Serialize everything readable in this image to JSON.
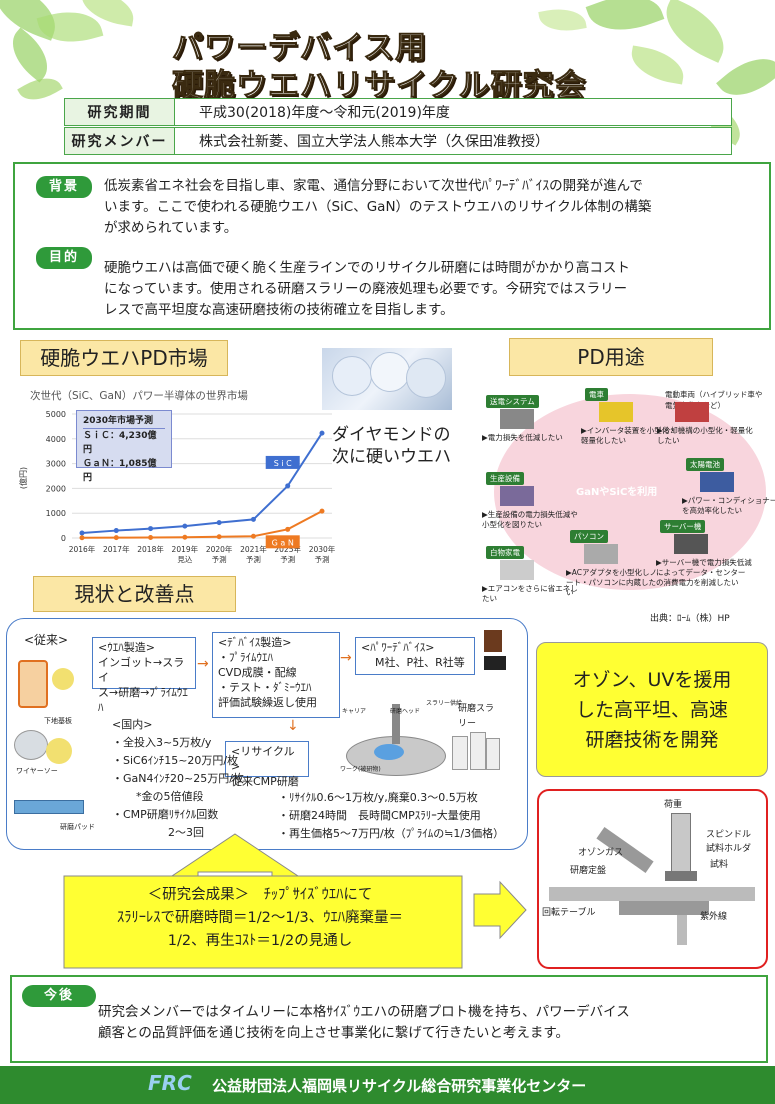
{
  "header": {
    "title_line1": "パワーデバイス用",
    "title_line2": "硬脆ウエハリサイクル研究会"
  },
  "info": {
    "period_label": "研究期間",
    "period_value": "平成30(2018)年度～令和元(2019)年度",
    "members_label": "研究メンバー",
    "members_value": "株式会社新菱、国立大学法人熊本大学（久保田准教授）"
  },
  "background": {
    "label": "背景",
    "text1": "低炭素省エネ社会を目指し車、家電、通信分野において次世代ﾊﾟﾜｰﾃﾞﾊﾞｲｽの開発が進んで",
    "text2": "います。ここで使われる硬脆ウエハ（SiC、GaN）のテストウエハのリサイクル体制の構築",
    "text3": "が求められています。"
  },
  "purpose": {
    "label": "目的",
    "text1": "硬脆ウエハは高価で硬く脆く生産ラインでのリサイクル研磨には時間がかかり高コスト",
    "text2": "になっています。使用される研磨スラリーの廃液処理も必要です。今研究ではスラリー",
    "text3": "レスで高平坦度な高速研磨技術の技術確立を目指します。"
  },
  "market": {
    "heading": "硬脆ウエハPD市場",
    "wafer_caption1": "ダイヤモンドの",
    "wafer_caption2": "次に硬いウエハ"
  },
  "chart_data": {
    "type": "line",
    "title": "次世代（SiC、GaN）パワー半導体の世界市場",
    "ylabel": "(億円)",
    "categories": [
      "2016年",
      "2017年",
      "2018年",
      "2019年\n見込",
      "2020年\n予測",
      "2021年\n予測",
      "2025年\n予測",
      "2030年\n予測"
    ],
    "ylim": [
      0,
      5000
    ],
    "yticks": [
      "5000",
      "4000",
      "3000",
      "2000",
      "1000",
      "0"
    ],
    "series": [
      {
        "name": "SiC",
        "color": "#3f6fd0",
        "values": [
          200,
          300,
          380,
          480,
          620,
          750,
          2100,
          4230
        ]
      },
      {
        "name": "GaN",
        "color": "#ee7a22",
        "values": [
          10,
          15,
          20,
          30,
          50,
          70,
          350,
          1085
        ]
      }
    ],
    "forecast_box": {
      "title": "2030年市場予測",
      "line1": "ＳｉＣ：4,230億円",
      "line2": "ＧａＮ：1,085億円"
    }
  },
  "applications": {
    "heading": "PD用途",
    "center": "GaNやSiCを利用",
    "source": "出典：ﾛｰﾑ（株）HP",
    "items": [
      {
        "hdr": "送電システム",
        "text": "▶電力損失を低減したい"
      },
      {
        "hdr": "電車",
        "text": "▶インバータ装置を小型化・軽量化したい"
      },
      {
        "hdr": "電動車両（ハイブリッド車や電気自動車など）",
        "text": "▶冷却機構の小型化・軽量化したい"
      },
      {
        "hdr": "生産設備",
        "text": "▶生産設備の電力損失低減や小型化を図りたい"
      },
      {
        "hdr": "太陽電池",
        "text": "▶パワー・コンディショナーを高効率化したい"
      },
      {
        "hdr": "白物家電",
        "text": "▶エアコンをさらに省エネしたい"
      },
      {
        "hdr": "パソコン",
        "text": "▶ACアダプタを小型化しノート・パソコンに内蔵したい"
      },
      {
        "hdr": "サーバー機",
        "text": "▶サーバー機で電力損失低減によってデータ・センターの消費電力を削減したい"
      }
    ]
  },
  "current": {
    "heading": "現状と改善点",
    "conventional": "<従来>",
    "wafer_mfg_title": "<ｳｴﾊ製造>",
    "wafer_mfg_line1": "インゴット→スライ",
    "wafer_mfg_line2": "ス→研磨→ﾌﾟﾗｲﾑｳｴﾊ",
    "device_title": "<ﾃﾞﾊﾞｲｽ製造>",
    "device_l1": "・ﾌﾟﾗｲﾑｳｴﾊ",
    "device_l2": "CVD成膜・配線",
    "device_l3": "・テスト・ﾀﾞﾐｰｳｴﾊ",
    "device_l4": "評価試験繰返し使用",
    "pd_title": "<ﾊﾟﾜｰﾃﾞﾊﾞｲｽ>",
    "pd_line": "M社、P社、R社等",
    "recycle_title": "<リサイクル>",
    "recycle_line": "従来CMP研磨",
    "substrate_label": "下地基板",
    "wire_label": "ワイヤーソー",
    "polish_label": "研磨パッド",
    "domestic_title": "<国内>",
    "d1": "・全投入3~5万枚/y",
    "d2": "・SiC6ｲﾝﾁ15~20万円/枚",
    "d3": "・GaN4ｲﾝﾁ20~25万円/枚",
    "d4": "*金の5倍値段",
    "d5": "・CMP研磨ﾘｻｲｸﾙ回数",
    "d6": "2～3回",
    "r1": "・ﾘｻｲｸﾙ0.6～1万枚/y,廃棄0.3～0.5万枚",
    "r2": "・研磨24時間　長時間CMPｽﾗﾘｰ大量使用",
    "r3": "・再生価格5～7万円/枚（ﾌﾟﾗｲﾑの≒1/3価格）",
    "slurry_label": "研磨スラリー",
    "carrier": "キャリア",
    "wafer": "ワーク(被研物)",
    "head": "研磨ヘッド",
    "slurry": "スラリー供給"
  },
  "ozone": {
    "line1": "オゾン、UVを援用",
    "line2": "した高平坦、高速",
    "line3": "研磨技術を開発"
  },
  "result": {
    "line1": "＜研究会成果＞　ﾁｯﾌﾟｻｲｽﾞｳｴﾊにて",
    "line2": "ｽﾗﾘｰﾚｽで研磨時間＝1/2～1/3、ｳｴﾊ廃棄量＝",
    "line3": "1/2、再生ｺｽﾄ＝1/2の見通し"
  },
  "device_fig": {
    "load": "荷重",
    "spindle": "スピンドル",
    "holder": "試料ホルダ",
    "sample": "試料",
    "ozone_gas": "オゾンガス",
    "plate": "研磨定盤",
    "table": "回転テーブル",
    "uv": "紫外線"
  },
  "future": {
    "label": "今後",
    "text1": "研究会メンバーではタイムリーに本格ｻｲｽﾞｳエハの研磨プロト機を持ち、パワーデバイス",
    "text2": "顧客との品質評価を通じ技術を向上させ事業化に繋げて行きたいと考えます。"
  },
  "footer": {
    "org": "公益財団法人福岡県リサイクル総合研究事業化センター",
    "logo": "FRC"
  }
}
